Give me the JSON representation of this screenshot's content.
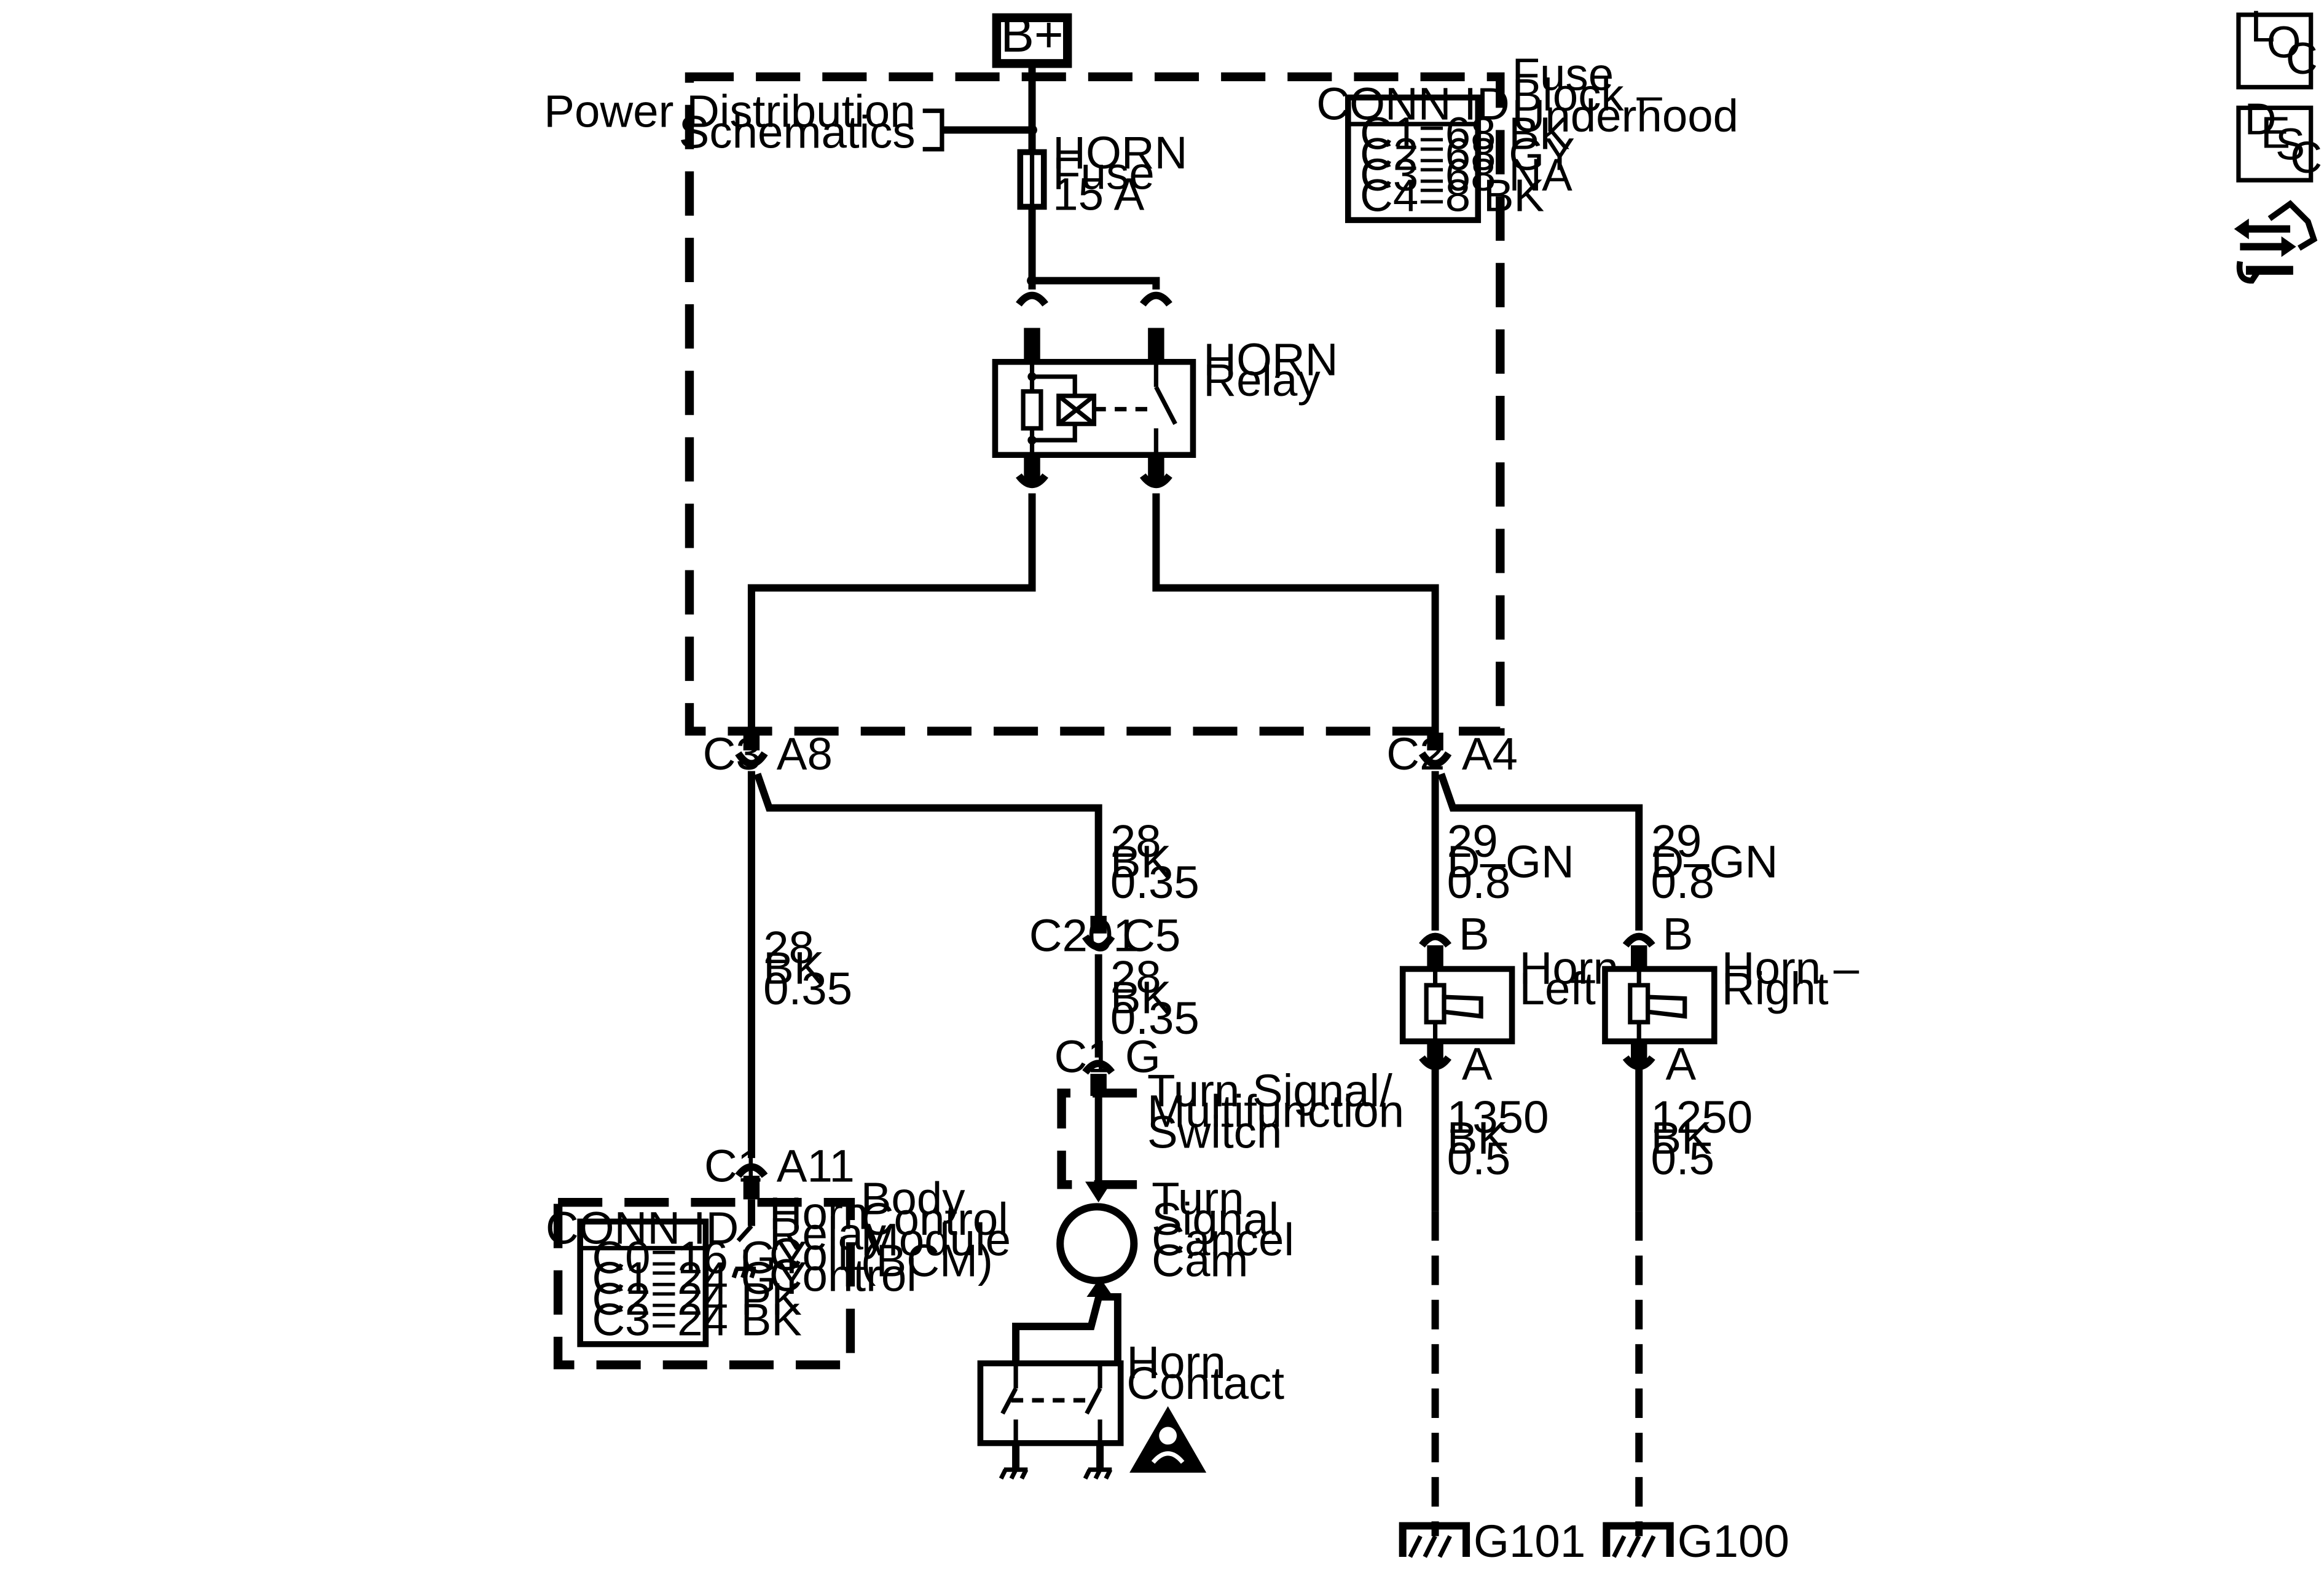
{
  "battery": {
    "label": "B+"
  },
  "fuse_block": {
    "label_lines": [
      "Fuse",
      "Block –",
      "Underhood"
    ],
    "conn_id_title": "CONN ID",
    "conn_ids": [
      "C1=68 BK",
      "C2=68 GY",
      "C3=68 NA",
      "C4=8 BK"
    ]
  },
  "power_distribution": {
    "label_lines": [
      "Power Distribution",
      "Schematics"
    ]
  },
  "horn_fuse": {
    "label_lines": [
      "HORN",
      "Fuse",
      "15 A"
    ]
  },
  "horn_relay": {
    "label_lines": [
      "HORN",
      "Relay"
    ]
  },
  "connectors": {
    "c3": "C3",
    "a8": "A8",
    "c2": "C2",
    "a4": "A4",
    "c201": "C201",
    "c5": "C5",
    "c1_tsms": "C1",
    "g": "G",
    "c1_bcm": "C1",
    "a11": "A11",
    "b_left": "B",
    "a_left": "A",
    "b_right": "B",
    "a_right": "A"
  },
  "wires": {
    "bcm_wire": [
      "28",
      "BK",
      "0.35"
    ],
    "tsms_wire_upper": [
      "28",
      "BK",
      "0.35"
    ],
    "tsms_wire_lower": [
      "28",
      "BK",
      "0.35"
    ],
    "horn_left_feed": [
      "29",
      "D–GN",
      "0.8"
    ],
    "horn_right_feed": [
      "29",
      "D–GN",
      "0.8"
    ],
    "horn_left_ground": [
      "1350",
      "BK",
      "0.5"
    ],
    "horn_right_ground": [
      "1250",
      "BK",
      "0.5"
    ]
  },
  "bcm": {
    "label_lines": [
      "Body",
      "Control",
      "Module",
      "(BCM)"
    ],
    "function_lines": [
      "Horn",
      "Relay",
      "Coil",
      "Control"
    ],
    "conn_id_title": "CONN ID",
    "conn_ids": [
      "C0=16 GY",
      "C1=24 GY",
      "C2=24 PK",
      "C3=24 BK"
    ]
  },
  "turn_signal_switch": {
    "label_lines": [
      "Turn Signal/",
      "Multifunction",
      "Switch"
    ]
  },
  "cancel_cam": {
    "label_lines": [
      "Turn",
      "Signal",
      "Cancel",
      "Cam"
    ]
  },
  "horn_contact": {
    "label_lines": [
      "Horn",
      "Contact"
    ]
  },
  "horn_left": {
    "label_lines": [
      "Horn –",
      "Left"
    ]
  },
  "horn_right": {
    "label_lines": [
      "Horn –",
      "Right"
    ]
  },
  "grounds": {
    "left": "G101",
    "right": "G100"
  },
  "nav_icons": {
    "loc": [
      "L",
      "O",
      "C"
    ],
    "desc": [
      "D",
      "E",
      "S",
      "C"
    ],
    "third_icon": "arrows-wrench-icon"
  }
}
